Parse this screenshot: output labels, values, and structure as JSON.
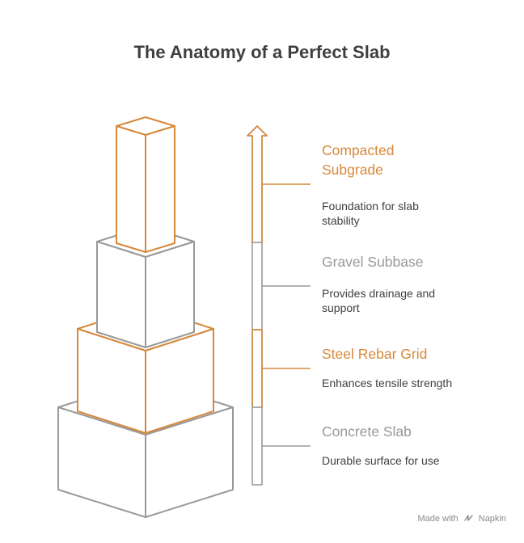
{
  "title": "The Anatomy of a Perfect Slab",
  "colors": {
    "orange": "#d6893a",
    "gray": "#999999",
    "text": "#404040"
  },
  "layers": [
    {
      "label": "Compacted Subgrade",
      "label_lines": [
        "Compacted",
        "Subgrade"
      ],
      "description_lines": [
        "Foundation for slab",
        "stability"
      ],
      "color": "orange"
    },
    {
      "label": "Gravel Subbase",
      "label_lines": [
        "Gravel Subbase"
      ],
      "description_lines": [
        "Provides drainage and",
        "support"
      ],
      "color": "gray"
    },
    {
      "label": "Steel Rebar Grid",
      "label_lines": [
        "Steel Rebar Grid"
      ],
      "description_lines": [
        "Enhances tensile strength"
      ],
      "color": "orange"
    },
    {
      "label": "Concrete Slab",
      "label_lines": [
        "Concrete Slab"
      ],
      "description_lines": [
        "Durable surface for use"
      ],
      "color": "gray"
    }
  ],
  "footer": {
    "made_with": "Made with",
    "brand": "Napkin",
    "icon": "napkin-logo-icon"
  }
}
